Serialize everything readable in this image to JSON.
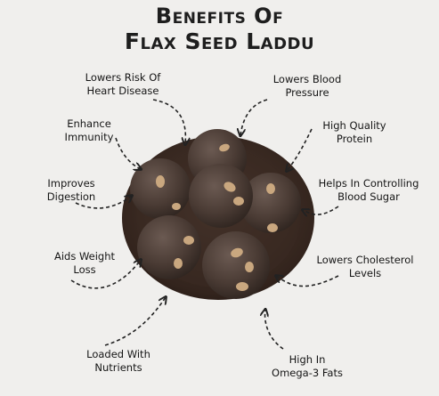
{
  "title": {
    "line1": "Benefits Of",
    "line2": "Flax Seed Laddu"
  },
  "benefits": [
    {
      "text": "Lowers Risk Of\nHeart Disease"
    },
    {
      "text": "Lowers Blood\nPressure"
    },
    {
      "text": "Enhance\nImmunity"
    },
    {
      "text": "High Quality\nProtein"
    },
    {
      "text": "Improves\nDigestion"
    },
    {
      "text": "Helps In Controlling\nBlood Sugar"
    },
    {
      "text": "Aids Weight\nLoss"
    },
    {
      "text": "Lowers Cholesterol\nLevels"
    },
    {
      "text": "Loaded With\nNutrients"
    },
    {
      "text": "High In\nOmega-3 Fats"
    }
  ],
  "colors": {
    "background": "#f0efed",
    "plate": "#3b2a22",
    "laddu": "#4a3a33",
    "arrow": "#222222"
  }
}
